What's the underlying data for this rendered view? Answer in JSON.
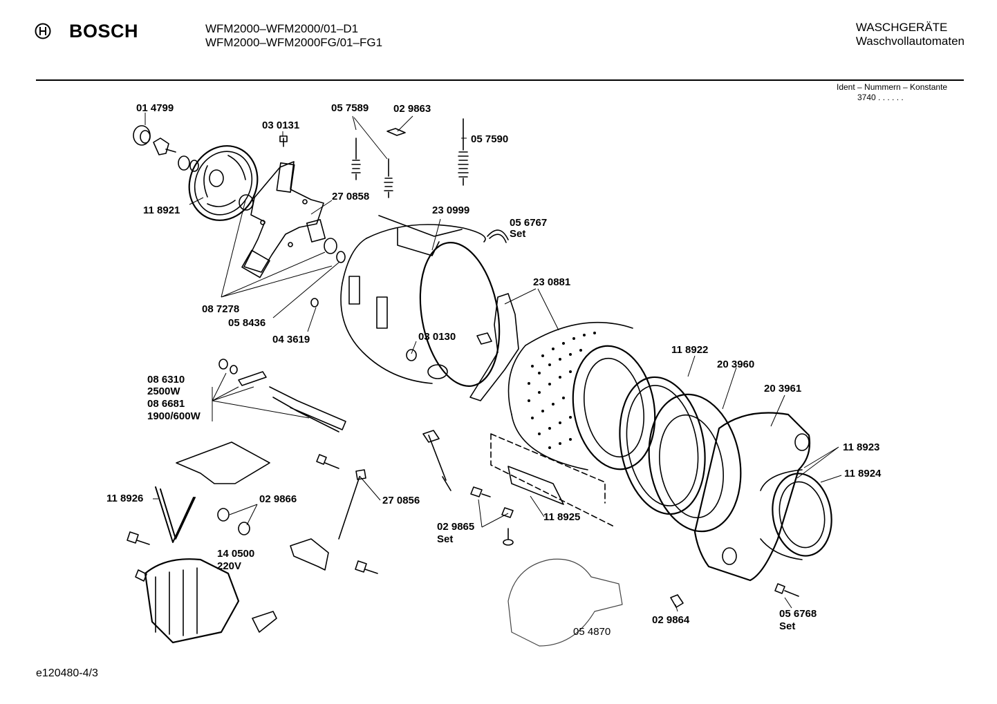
{
  "header": {
    "brand": "BOSCH",
    "model_line_1": "WFM2000–WFM2000/01–D1",
    "model_line_2": "WFM2000–WFM2000FG/01–FG1",
    "category_line_1": "WASCHGERÄTE",
    "category_line_2": "Waschvollautomaten",
    "ident_title": "Ident – Nummern – Konstante",
    "ident_value": "3740 . . . . . ."
  },
  "footer": {
    "code": "e120480-4/3"
  },
  "parts": {
    "p014799": "01 4799",
    "p030131": "03 0131",
    "p057589": "05 7589",
    "p029863": "02 9863",
    "p057590": "05 7590",
    "p118921": "11 8921",
    "p270858": "27 0858",
    "p230999": "23 0999",
    "p056767": "05 6767",
    "p056767_set": "Set",
    "p230881": "23 0881",
    "p087278": "08 7278",
    "p058436": "05 8436",
    "p043619": "04 3619",
    "p030130": "03 0130",
    "p118922": "11 8922",
    "p203960": "20 3960",
    "p203961": "20 3961",
    "p086310": "08 6310",
    "p086310_power": "2500W",
    "p086681": "08 6681",
    "p086681_power": "1900/600W",
    "p118923": "11 8923",
    "p118924": "11 8924",
    "p118926": "11 8926",
    "p029866": "02 9866",
    "p270856": "27 0856",
    "p118925": "11 8925",
    "p029865": "02 9865",
    "p029865_set": "Set",
    "p140500": "14 0500",
    "p140500_voltage": "220V",
    "p054870": "05 4870",
    "p029864": "02 9864",
    "p056768": "05 6768",
    "p056768_set": "Set"
  }
}
